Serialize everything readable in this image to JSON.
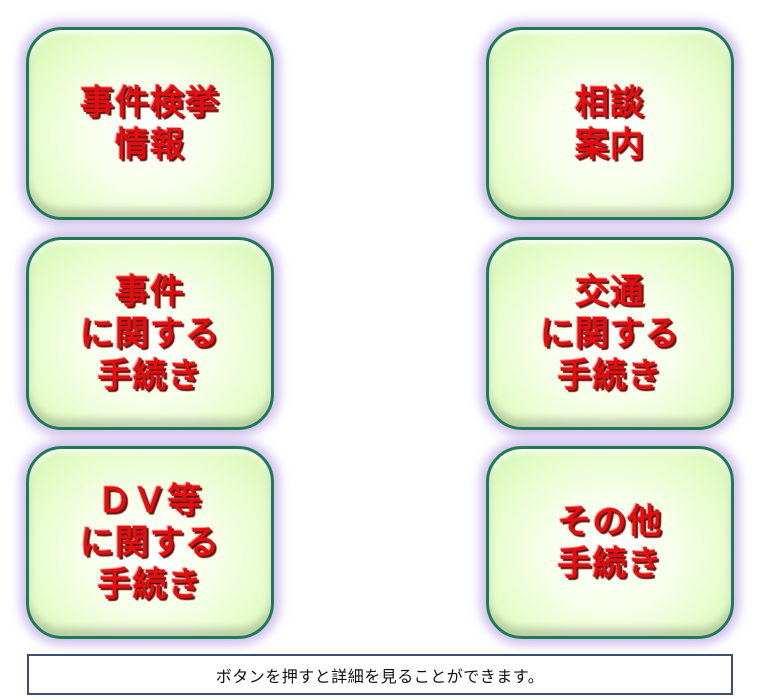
{
  "buttons": {
    "arrest_info": "事件検挙\n情報",
    "consultation": "相談\n案内",
    "incident_procedures": "事件\nに関する\n手続き",
    "traffic_procedures": "交通\nに関する\n手続き",
    "dv_procedures": "ＤＶ等\nに関する\n手続き",
    "other_procedures": "その他\n手続き"
  },
  "notice": {
    "text": "ボタンを押すと詳細を見ることができます。"
  },
  "colors": {
    "label": "#e01010",
    "border": "#1d7a55",
    "glow": "#aa8cdc",
    "notice_border": "#3a4e78"
  }
}
